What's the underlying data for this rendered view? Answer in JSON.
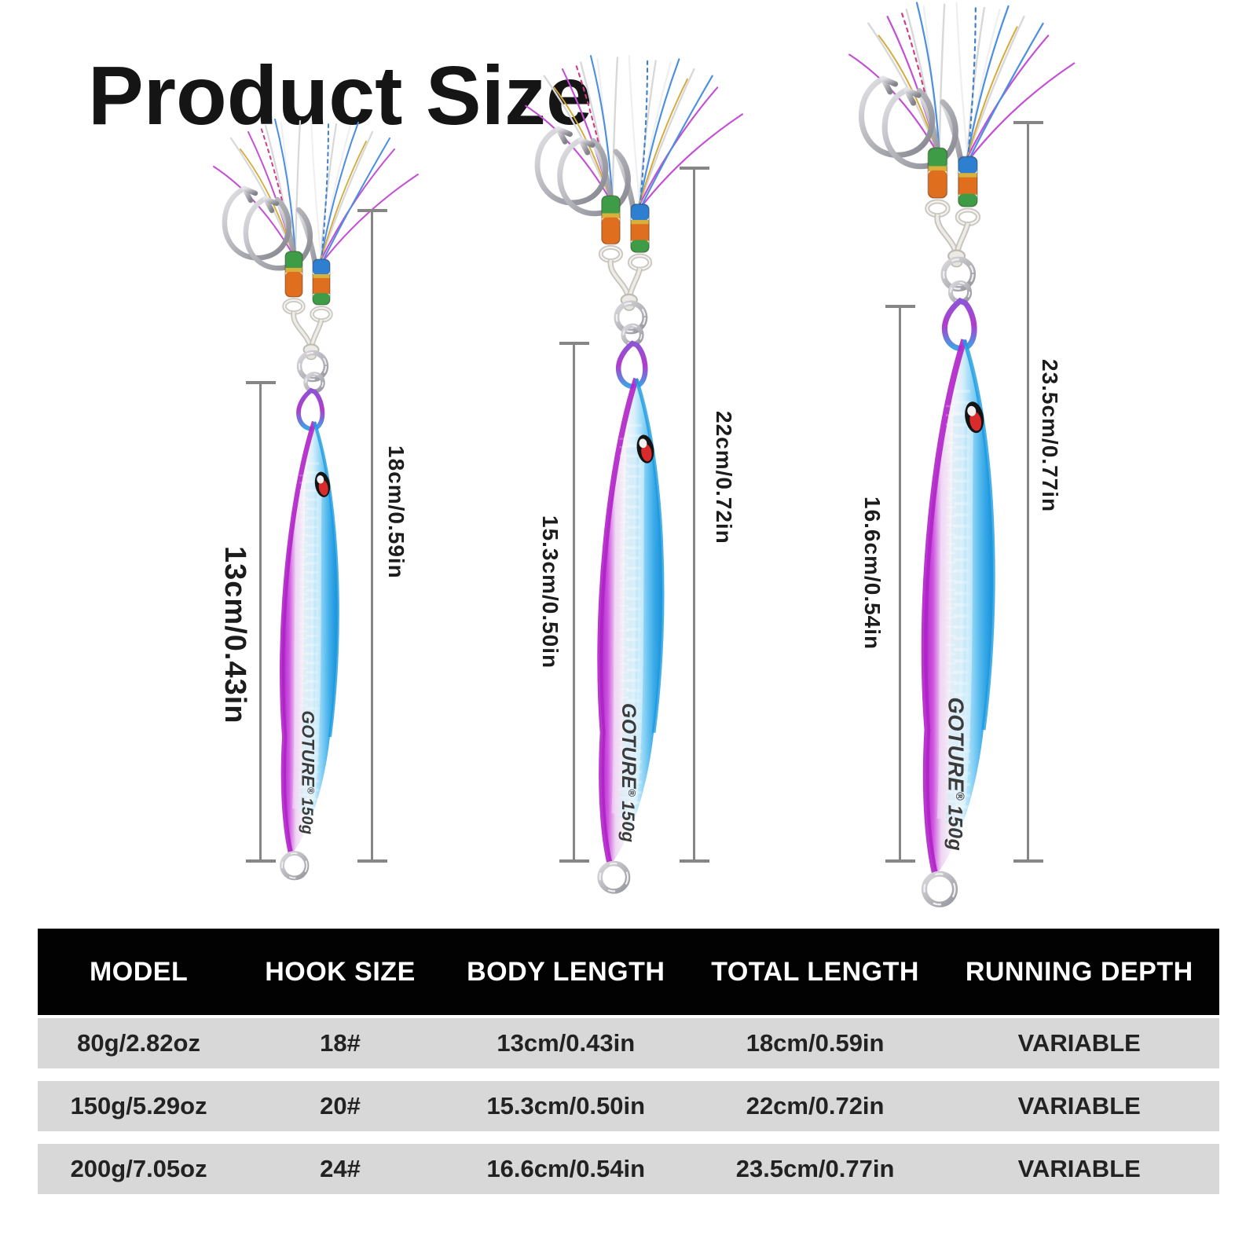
{
  "page": {
    "title": "Product Size"
  },
  "lures": [
    {
      "body_length_label": "13cm/0.43in",
      "total_length_label": "18cm/0.59in"
    },
    {
      "body_length_label": "15.3cm/0.50in",
      "total_length_label": "22cm/0.72in"
    },
    {
      "body_length_label": "16.6cm/0.54in",
      "total_length_label": "23.5cm/0.77in"
    }
  ],
  "lure_common": {
    "brand": "GOTURE",
    "reg_mark": "®",
    "weight": "150g"
  },
  "table": {
    "headers": [
      "MODEL",
      "HOOK SIZE",
      "BODY LENGTH",
      "TOTAL LENGTH",
      "RUNNING DEPTH"
    ],
    "rows": [
      [
        "80g/2.82oz",
        "18#",
        "13cm/0.43in",
        "18cm/0.59in",
        "VARIABLE"
      ],
      [
        "150g/5.29oz",
        "20#",
        "15.3cm/0.50in",
        "22cm/0.72in",
        "VARIABLE"
      ],
      [
        "200g/7.05oz",
        "24#",
        "16.6cm/0.54in",
        "23.5cm/0.77in",
        "VARIABLE"
      ]
    ]
  },
  "colors": {
    "accent_blue": "#2aa7e8",
    "accent_magenta": "#b429c9",
    "table_header_bg": "#020202",
    "table_row_bg": "#d8d8d8",
    "measure_line": "#868686"
  }
}
